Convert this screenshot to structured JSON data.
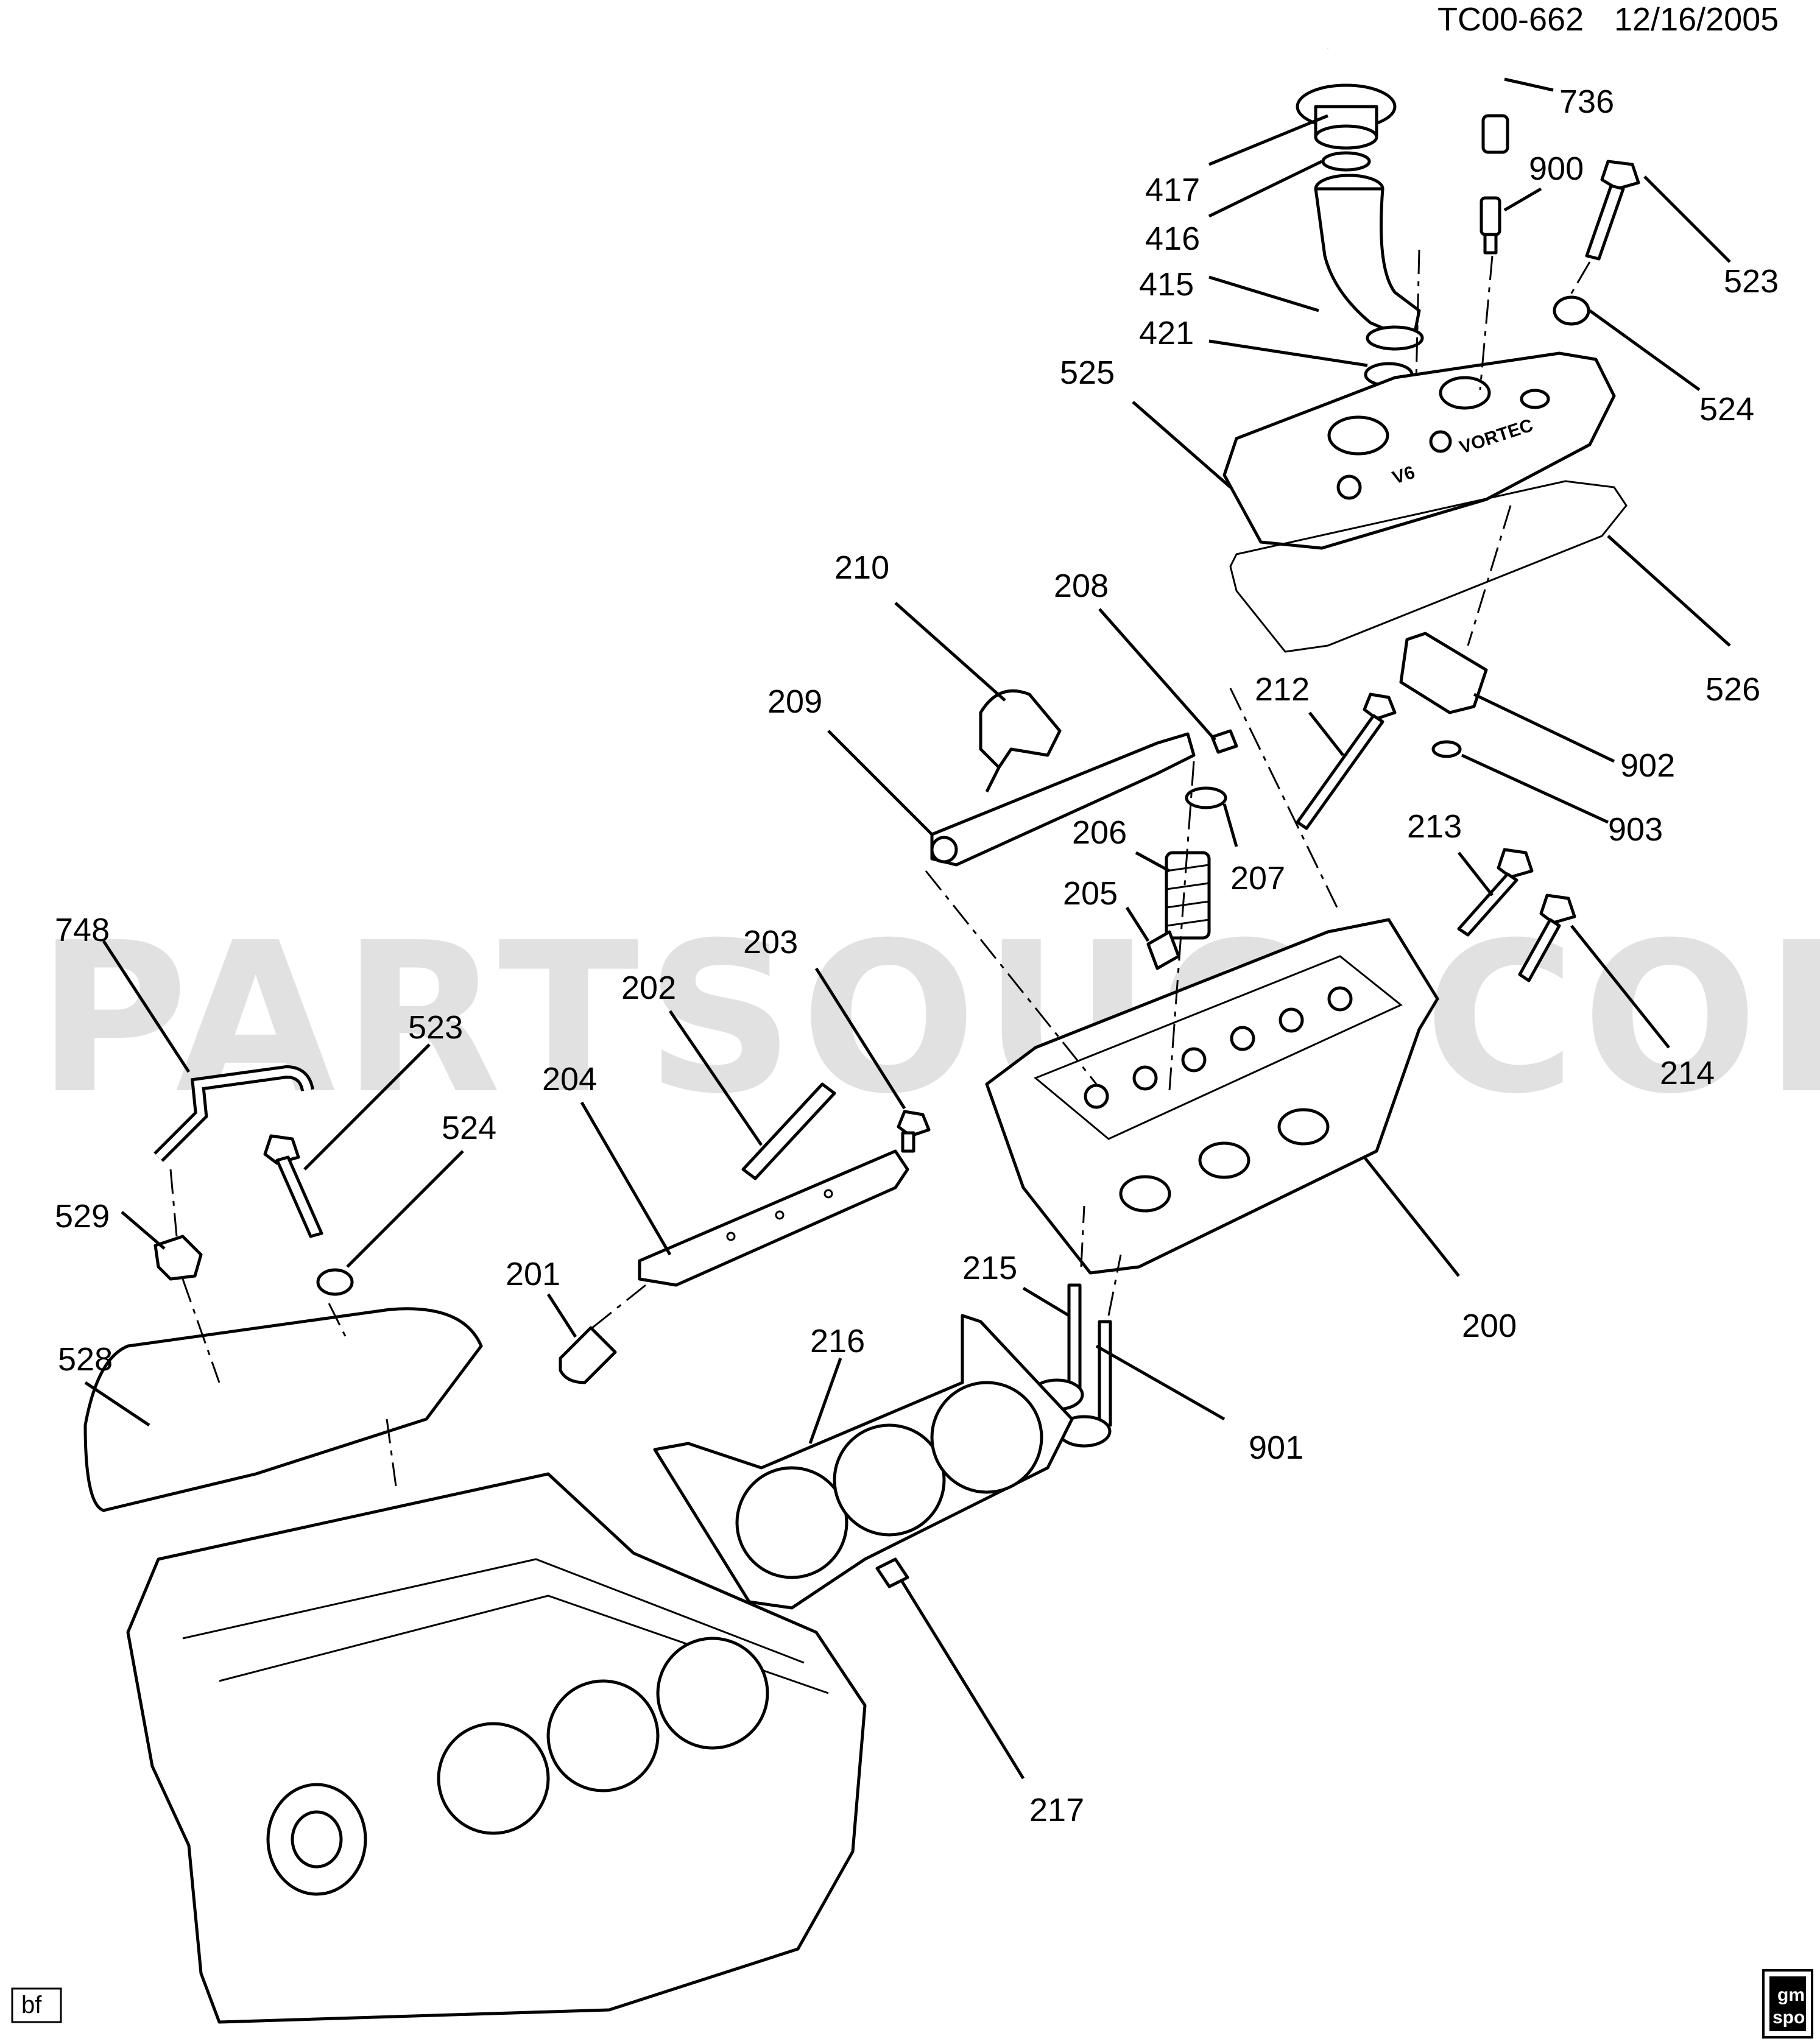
{
  "header": {
    "code": "TC00-662",
    "date": "12/16/2005"
  },
  "watermark": "PARTSOUQ.COM",
  "callouts": [
    {
      "number": "736"
    },
    {
      "number": "417"
    },
    {
      "number": "900"
    },
    {
      "number": "416"
    },
    {
      "number": "523"
    },
    {
      "number": "415"
    },
    {
      "number": "421"
    },
    {
      "number": "524"
    },
    {
      "number": "525"
    },
    {
      "number": "210"
    },
    {
      "number": "208"
    },
    {
      "number": "526"
    },
    {
      "number": "209"
    },
    {
      "number": "212"
    },
    {
      "number": "902"
    },
    {
      "number": "206"
    },
    {
      "number": "903"
    },
    {
      "number": "207"
    },
    {
      "number": "213"
    },
    {
      "number": "205"
    },
    {
      "number": "748"
    },
    {
      "number": "203"
    },
    {
      "number": "202"
    },
    {
      "number": "523"
    },
    {
      "number": "214"
    },
    {
      "number": "204"
    },
    {
      "number": "524"
    },
    {
      "number": "529"
    },
    {
      "number": "201"
    },
    {
      "number": "215"
    },
    {
      "number": "216"
    },
    {
      "number": "200"
    },
    {
      "number": "528"
    },
    {
      "number": "901"
    },
    {
      "number": "217"
    }
  ],
  "valve_cover_embossing": {
    "brand": "VORTEC",
    "engine": "V6"
  },
  "footer": {
    "initials": "bf",
    "logo_line1": "gm",
    "logo_line2": "spo"
  },
  "icons": [
    "gm-spo-logo"
  ]
}
